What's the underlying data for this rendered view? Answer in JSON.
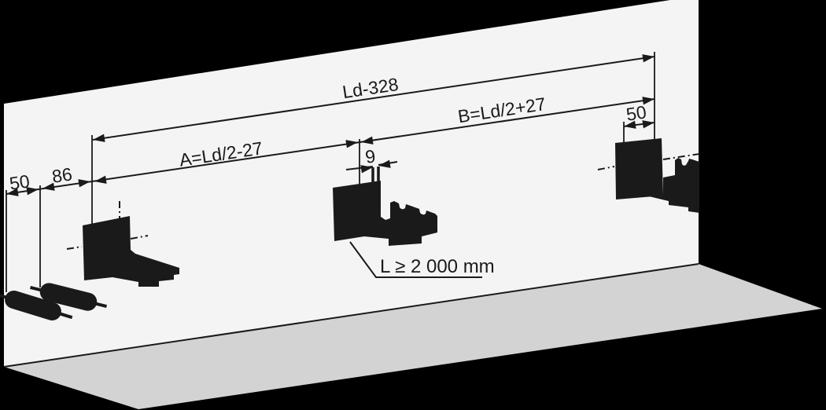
{
  "diagram": {
    "dimensions": {
      "total": "Ld-328",
      "segment_a": "A=Ld/2-27",
      "segment_b": "B=Ld/2+27",
      "edge_offset_left": "50",
      "anchor_spacing": "86",
      "slot_gap": "9",
      "edge_offset_right": "50",
      "min_rail_length": "L ≥ 2 000 mm"
    },
    "colors": {
      "background": "#000000",
      "wall": "#f4f4f4",
      "floor": "#d3d3d3",
      "ink": "#1a1a1a"
    }
  }
}
